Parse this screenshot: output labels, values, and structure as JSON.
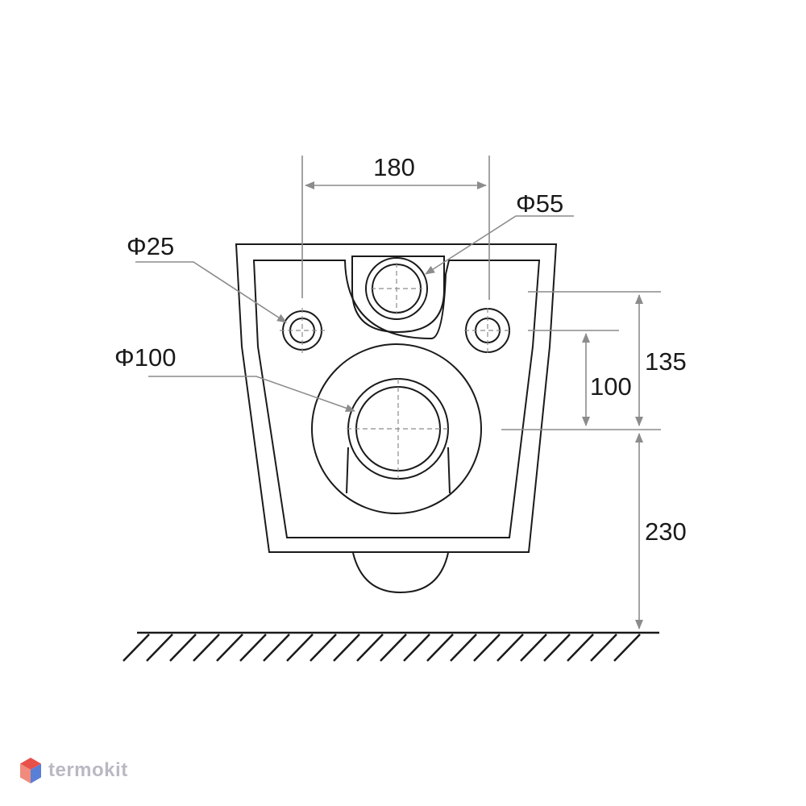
{
  "dimensions": {
    "inlet_spacing": "180",
    "flush_pipe_diameter": "Φ55",
    "bolt_hole_diameter": "Φ25",
    "drain_diameter": "Φ100",
    "bolt_to_top_distance": "135",
    "bolt_to_drain_distance": "100",
    "drain_height_from_floor": "230"
  },
  "watermark": {
    "text": "termokit"
  },
  "colors": {
    "outline": "#1a1a1a",
    "dimension_line": "#8c8c8c",
    "logo_red": "#e8504a",
    "logo_blue": "#5a7fd6",
    "logo_text": "#b9b9c4"
  }
}
